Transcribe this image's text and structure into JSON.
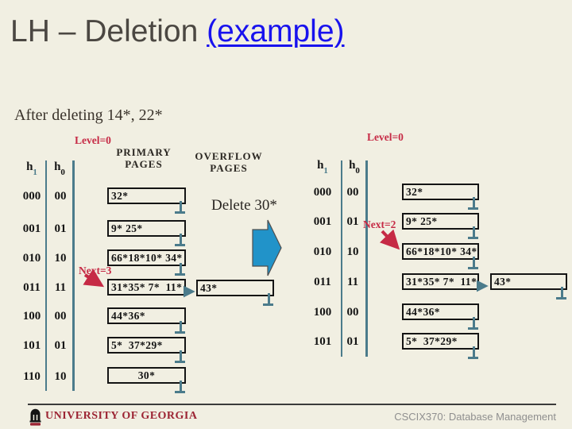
{
  "title": {
    "main": "LH – Deletion ",
    "highlight": "(example)"
  },
  "subtitle": "After deleting 14*, 22*",
  "action": {
    "delete_label": "Delete 30*"
  },
  "shared": {
    "h1": {
      "base": "h",
      "sub": "1"
    },
    "h0": {
      "base": "h",
      "sub": "0"
    }
  },
  "left": {
    "level": "Level=0",
    "next": "Next=3",
    "headers": {
      "primary": "PRIMARY PAGES",
      "overflow": "OVERFLOW PAGES"
    },
    "rows": [
      {
        "h1": "000",
        "h0": "00"
      },
      {
        "h1": "001",
        "h0": "01"
      },
      {
        "h1": "010",
        "h0": "10"
      },
      {
        "h1": "011",
        "h0": "11"
      },
      {
        "h1": "100",
        "h0": "00"
      },
      {
        "h1": "101",
        "h0": "01"
      },
      {
        "h1": "110",
        "h0": "10"
      }
    ],
    "buckets": [
      "32*",
      "9* 25*",
      "66*18*10* 34*",
      "31*35* 7*  11*",
      "44*36*",
      "5*  37*29*",
      "30*"
    ],
    "overflow": "43*"
  },
  "right": {
    "level": "Level=0",
    "next": "Next=2",
    "rows": [
      {
        "h1": "000",
        "h0": "00"
      },
      {
        "h1": "001",
        "h0": "01"
      },
      {
        "h1": "010",
        "h0": "10"
      },
      {
        "h1": "011",
        "h0": "11"
      },
      {
        "h1": "100",
        "h0": "00"
      },
      {
        "h1": "101",
        "h0": "01"
      }
    ],
    "buckets": [
      "32*",
      "9* 25*",
      "66*18*10* 34*",
      "31*35* 7*  11*",
      "44*36*",
      "5*  37*29*"
    ],
    "overflow": "43*"
  },
  "footer": {
    "org": "UNIVERSITY OF GEORGIA",
    "course": "CSCIX370: Database Management"
  },
  "colors": {
    "background": "#f1efe2",
    "accent_red": "#c62a45",
    "line_teal": "#4b7b8b",
    "link_blue": "#1812ee",
    "arrow_blue": "#2193c9",
    "georgia_red": "#9c2433",
    "title_gray": "#4b4742"
  }
}
